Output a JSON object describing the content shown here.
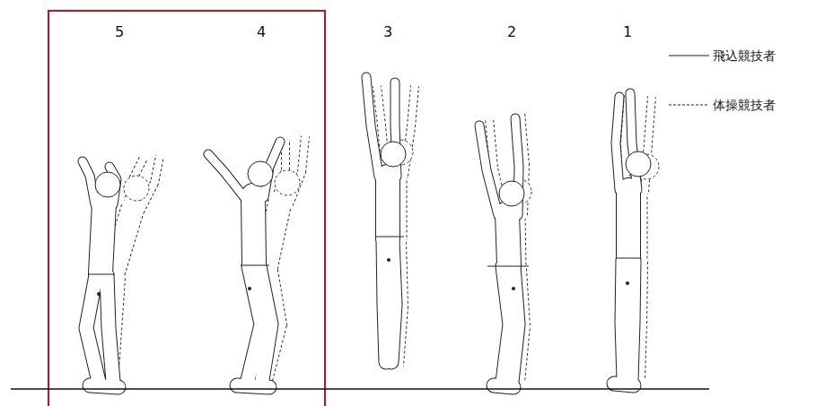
{
  "diagram": {
    "labels": [
      "5",
      "4",
      "3",
      "2",
      "1"
    ],
    "legend": [
      {
        "text": "飛込競技者"
      },
      {
        "text": "体操競技者"
      }
    ]
  }
}
